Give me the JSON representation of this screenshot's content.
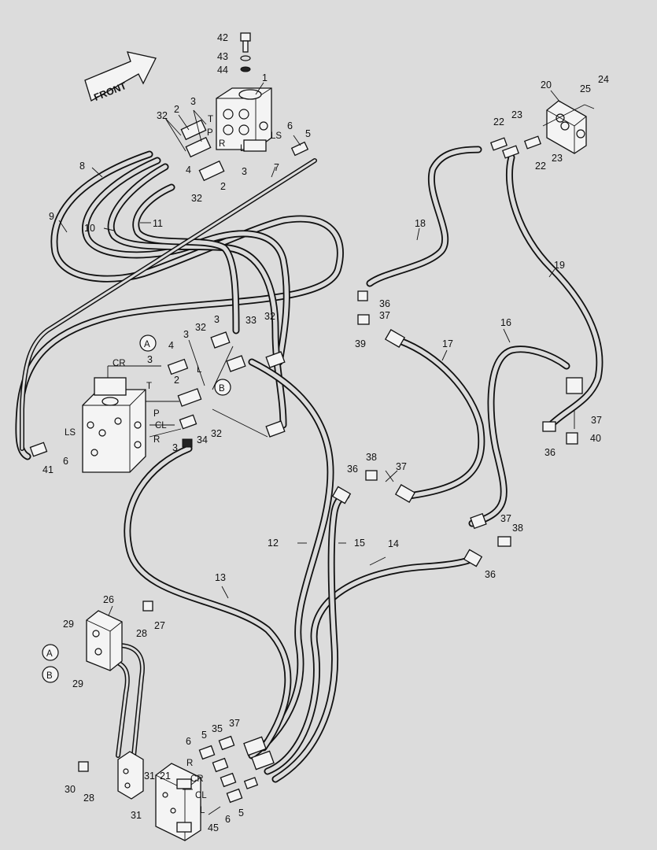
{
  "diagram": {
    "front_label": "FRONT",
    "markers": {
      "a": "A",
      "b": "B"
    },
    "ports": {
      "orbitrol_t": "T",
      "orbitrol_p": "P",
      "orbitrol_r": "R",
      "orbitrol_l": "L",
      "orbitrol_ls": "LS",
      "valve_cr": "CR",
      "valve_t": "T",
      "valve_l": "L",
      "valve_p": "P",
      "valve_cl": "CL",
      "valve_r": "R",
      "valve_ls": "LS",
      "lower_r": "R",
      "lower_cr": "CR",
      "lower_cl": "CL",
      "lower_l": "L"
    },
    "callouts": [
      {
        "id": "c42",
        "text": "42"
      },
      {
        "id": "c43",
        "text": "43"
      },
      {
        "id": "c44",
        "text": "44"
      },
      {
        "id": "c1",
        "text": "1"
      },
      {
        "id": "c3a",
        "text": "3"
      },
      {
        "id": "c2a",
        "text": "2"
      },
      {
        "id": "c32a",
        "text": "32"
      },
      {
        "id": "c6a",
        "text": "6"
      },
      {
        "id": "c5a",
        "text": "5"
      },
      {
        "id": "c4a",
        "text": "4"
      },
      {
        "id": "c3b",
        "text": "3"
      },
      {
        "id": "c2b",
        "text": "2"
      },
      {
        "id": "c32b",
        "text": "32"
      },
      {
        "id": "c7",
        "text": "7"
      },
      {
        "id": "c8",
        "text": "8"
      },
      {
        "id": "c9",
        "text": "9"
      },
      {
        "id": "c10",
        "text": "10"
      },
      {
        "id": "c11",
        "text": "11"
      },
      {
        "id": "c20",
        "text": "20"
      },
      {
        "id": "c25",
        "text": "25"
      },
      {
        "id": "c24",
        "text": "24"
      },
      {
        "id": "c22a",
        "text": "22"
      },
      {
        "id": "c23a",
        "text": "23"
      },
      {
        "id": "c22b",
        "text": "22"
      },
      {
        "id": "c23b",
        "text": "23"
      },
      {
        "id": "c18",
        "text": "18"
      },
      {
        "id": "c19",
        "text": "19"
      },
      {
        "id": "c36a",
        "text": "36"
      },
      {
        "id": "c37a",
        "text": "37"
      },
      {
        "id": "c39",
        "text": "39"
      },
      {
        "id": "c16",
        "text": "16"
      },
      {
        "id": "c17",
        "text": "17"
      },
      {
        "id": "c37b",
        "text": "37"
      },
      {
        "id": "c40",
        "text": "40"
      },
      {
        "id": "c36b",
        "text": "36"
      },
      {
        "id": "c3c",
        "text": "3"
      },
      {
        "id": "c32c",
        "text": "32"
      },
      {
        "id": "c3d",
        "text": "3"
      },
      {
        "id": "c33",
        "text": "33"
      },
      {
        "id": "c32d",
        "text": "32"
      },
      {
        "id": "c4b",
        "text": "4"
      },
      {
        "id": "c3e",
        "text": "3"
      },
      {
        "id": "c2c",
        "text": "2"
      },
      {
        "id": "c3f",
        "text": "3"
      },
      {
        "id": "c34",
        "text": "34"
      },
      {
        "id": "c32e",
        "text": "32"
      },
      {
        "id": "c41",
        "text": "41"
      },
      {
        "id": "c6b",
        "text": "6"
      },
      {
        "id": "c36c",
        "text": "36"
      },
      {
        "id": "c38a",
        "text": "38"
      },
      {
        "id": "c37c",
        "text": "37"
      },
      {
        "id": "c37d",
        "text": "37"
      },
      {
        "id": "c38b",
        "text": "38"
      },
      {
        "id": "c36d",
        "text": "36"
      },
      {
        "id": "c12",
        "text": "12"
      },
      {
        "id": "c15",
        "text": "15"
      },
      {
        "id": "c14",
        "text": "14"
      },
      {
        "id": "c13",
        "text": "13"
      },
      {
        "id": "c26",
        "text": "26"
      },
      {
        "id": "c29a",
        "text": "29"
      },
      {
        "id": "c28a",
        "text": "28"
      },
      {
        "id": "c27",
        "text": "27"
      },
      {
        "id": "c29b",
        "text": "29"
      },
      {
        "id": "c6c",
        "text": "6"
      },
      {
        "id": "c5b",
        "text": "5"
      },
      {
        "id": "c35",
        "text": "35"
      },
      {
        "id": "c37e",
        "text": "37"
      },
      {
        "id": "c31a",
        "text": "31"
      },
      {
        "id": "c21",
        "text": "21"
      },
      {
        "id": "c30",
        "text": "30"
      },
      {
        "id": "c28b",
        "text": "28"
      },
      {
        "id": "c31b",
        "text": "31"
      },
      {
        "id": "c45",
        "text": "45"
      },
      {
        "id": "c6d",
        "text": "6"
      },
      {
        "id": "c5c",
        "text": "5"
      }
    ]
  }
}
